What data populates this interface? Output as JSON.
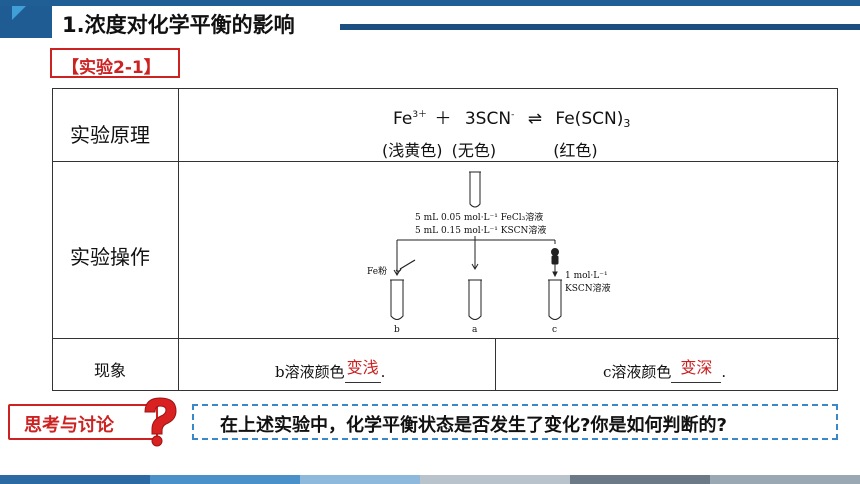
{
  "header": {
    "title": "1.浓度对化学平衡的影响",
    "tag": "【实验2-1】"
  },
  "table": {
    "row1_label": "实验原理",
    "equation": {
      "fe": "Fe",
      "fe_charge": "3＋",
      "plus": "＋",
      "scn": "3SCN",
      "scn_charge": "-",
      "arrow": "⇌",
      "product": "Fe(SCN)",
      "product_sub": "3"
    },
    "colors": {
      "fe": "(浅黄色)",
      "scn": "(无色)",
      "product": "(红色)"
    },
    "row2_label": "实验操作",
    "diagram": {
      "line1": "5 mL 0.05 mol·L⁻¹ FeCl₃溶液",
      "line2": "5 mL 0.15 mol·L⁻¹ KSCN溶液",
      "fe_powder": "Fe粉",
      "kscn_conc": "1 mol·L⁻¹",
      "kscn_name": "KSCN溶液",
      "tube_b": "b",
      "tube_a": "a",
      "tube_c": "c"
    },
    "row3_label": "现象",
    "obs_b_prefix": "b溶液颜色",
    "obs_b_answer": "变浅",
    "obs_b_suffix": ".",
    "obs_c_prefix": "c溶液颜色",
    "obs_c_answer": "变深",
    "obs_c_suffix": "."
  },
  "discussion": {
    "label": "思考与讨论",
    "question": "在上述实验中，化学平衡状态是否发生了变化?你是如何判断的?"
  },
  "colors": {
    "brand_blue": "#1e5c93",
    "accent_red": "#cc2222",
    "dashed_blue": "#3a88c8"
  }
}
